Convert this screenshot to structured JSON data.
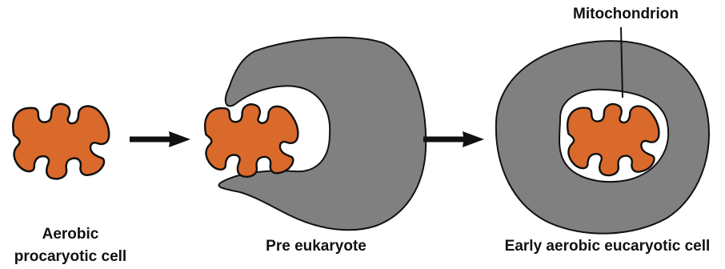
{
  "labels": {
    "stage1_line1": "Aerobic",
    "stage1_line2": "procaryotic cell",
    "stage2": "Pre eukaryote",
    "stage3": "Early aerobic eucaryotic cell",
    "mitochondrion": "Mitochondrion"
  },
  "colors": {
    "bacterium_fill": "#D96A2C",
    "host_cell_fill": "#808080",
    "outline": "#111111",
    "arrow": "#111111"
  }
}
